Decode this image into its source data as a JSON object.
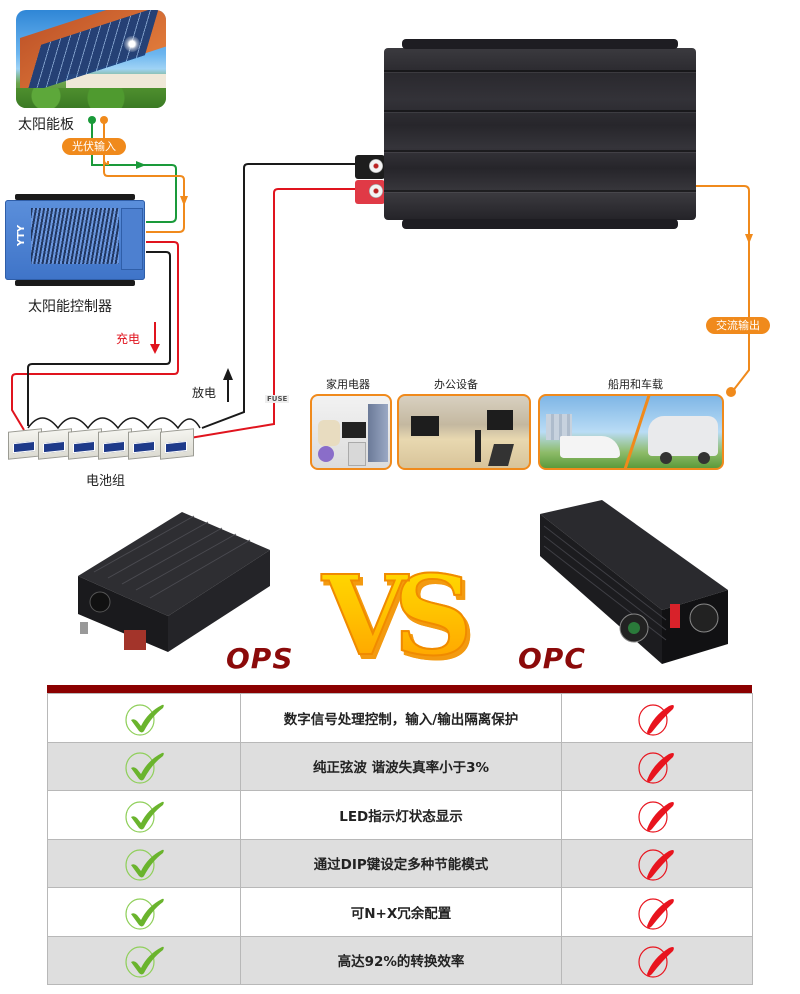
{
  "diagram": {
    "solar_panel_label": "太阳能板",
    "pv_input_label": "光伏输入",
    "controller_label": "太阳能控制器",
    "controller_brand": "YTY",
    "charge_label": "充电",
    "discharge_label": "放电",
    "fuse_label": "FUSE",
    "battery_bank_label": "电池组",
    "ac_output_label": "交流输出",
    "applications": [
      {
        "label": "家用电器"
      },
      {
        "label": "办公设备"
      },
      {
        "label": "船用和车载"
      }
    ],
    "colors": {
      "pv_positive": "#1a9a3a",
      "pv_line": "#f08a1c",
      "positive_wire": "#e0141e",
      "negative_wire": "#1a1a1a",
      "ac_line": "#f08a1c"
    }
  },
  "comparison": {
    "left_model": "OPS",
    "right_model": "OPC",
    "vs_text": "VS",
    "colors": {
      "header_bar": "#8b0000",
      "model_text": "#8b0a0a",
      "check_green": "#6ab42d",
      "cross_red": "#e8141e",
      "alt_row": "#dedede"
    },
    "rows": [
      {
        "feature": "数字信号处理控制，输入/输出隔离保护",
        "left": "check-icon",
        "right": "cross-icon"
      },
      {
        "feature": "纯正弦波 谐波失真率小于3%",
        "left": "check-icon",
        "right": "cross-icon"
      },
      {
        "feature": "LED指示灯状态显示",
        "left": "check-icon",
        "right": "cross-icon"
      },
      {
        "feature": "通过DIP键设定多种节能模式",
        "left": "check-icon",
        "right": "cross-icon"
      },
      {
        "feature": "可N+X冗余配置",
        "left": "check-icon",
        "right": "cross-icon"
      },
      {
        "feature": "高达92%的转换效率",
        "left": "check-icon",
        "right": "cross-icon"
      }
    ]
  }
}
